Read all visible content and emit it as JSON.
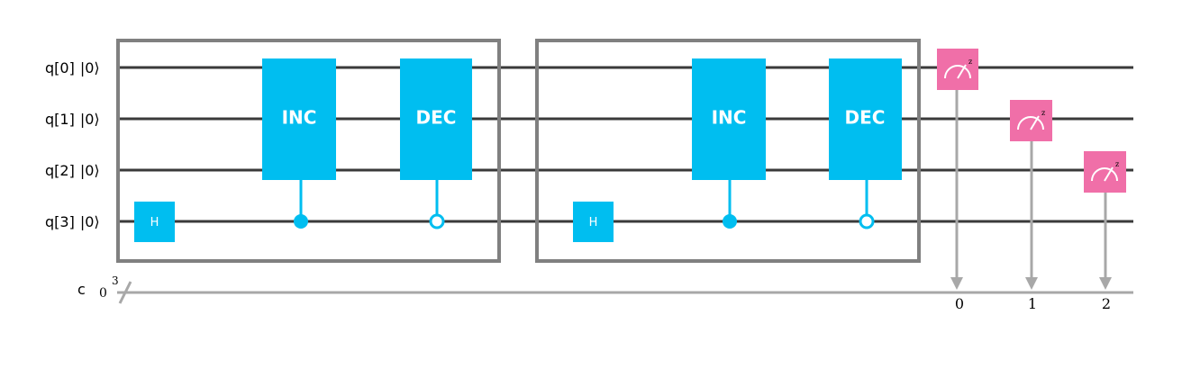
{
  "qubits": [
    {
      "label": "q[0]",
      "init": "|0⟩"
    },
    {
      "label": "q[1]",
      "init": "|0⟩"
    },
    {
      "label": "q[2]",
      "init": "|0⟩"
    },
    {
      "label": "q[3]",
      "init": "|0⟩"
    }
  ],
  "classical": {
    "label": "c",
    "init": "0",
    "width": "3",
    "bits": [
      "0",
      "1",
      "2"
    ]
  },
  "gates": {
    "h": "H",
    "inc": "INC",
    "dec": "DEC"
  },
  "blocks": [
    {
      "gates": [
        "H",
        "INC",
        "DEC"
      ]
    },
    {
      "gates": [
        "H",
        "INC",
        "DEC"
      ]
    }
  ],
  "colors": {
    "gate": "#00BEF0",
    "measure": "#F06FA8",
    "wire": "#3a3a3a",
    "classical_wire": "#a8a8a8",
    "box": "#808080"
  }
}
